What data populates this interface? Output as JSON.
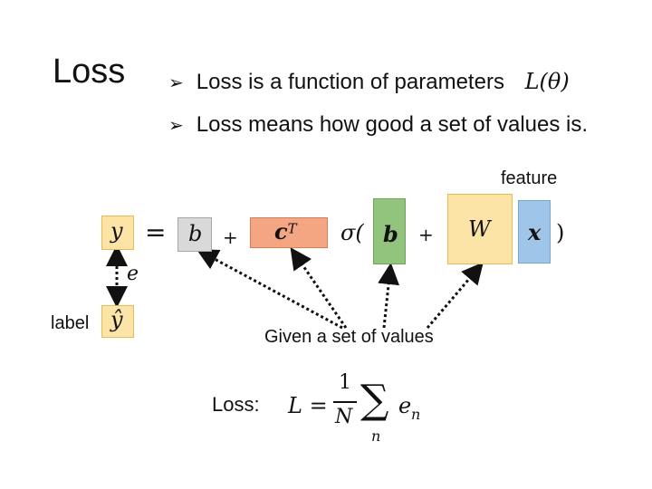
{
  "slide": {
    "title": "Loss",
    "bullets": [
      {
        "text": "Loss is a function of parameters",
        "math": "L(θ)"
      },
      {
        "text": "Loss means how good a set of values is."
      }
    ]
  },
  "diagram": {
    "feature_label": "feature",
    "label_label": "label",
    "given_caption": "Given a set of values",
    "loss_label": "Loss:",
    "symbols": {
      "y": "y",
      "equals": "=",
      "b": "b",
      "plus": "+",
      "cT_base": "c",
      "cT_sup": "T",
      "sigma_open": "σ(",
      "b_bold": "b",
      "W": "W",
      "x": "x",
      "close_paren": ")",
      "e": "e",
      "y_hat": "ŷ"
    },
    "formula": {
      "lhs": "L =",
      "numerator": "1",
      "denominator": "N",
      "sum": "∑",
      "sub": "n",
      "term_base": "e",
      "term_sub": "n"
    },
    "colors": {
      "orange_fill": "#fce4a6",
      "orange_border": "#f5b84a",
      "gray_fill": "#d9d9d9",
      "gray_border": "#a6a6a6",
      "salmon_fill": "#f4a582",
      "salmon_border": "#e07a4f",
      "green_fill": "#93c47d",
      "green_border": "#6aa84f",
      "blue_fill": "#9fc5e8",
      "blue_border": "#6fa8dc"
    }
  }
}
